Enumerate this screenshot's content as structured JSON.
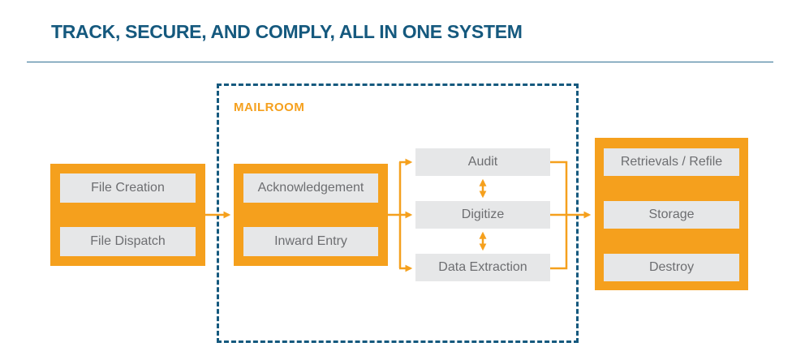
{
  "page": {
    "title": "TRACK, SECURE, AND COMPLY, ALL IN ONE SYSTEM"
  },
  "mailroom": {
    "label": "MAILROOM"
  },
  "stages": {
    "creation": {
      "items": [
        {
          "label": "File Creation"
        },
        {
          "label": "File Dispatch"
        }
      ]
    },
    "intake": {
      "items": [
        {
          "label": "Acknowledgement"
        },
        {
          "label": "Inward Entry"
        }
      ]
    },
    "processing": {
      "items": [
        {
          "label": "Audit"
        },
        {
          "label": "Digitize"
        },
        {
          "label": "Data Extraction"
        }
      ]
    },
    "records": {
      "items": [
        {
          "label": "Retrievals / Refile"
        },
        {
          "label": "Storage"
        },
        {
          "label": "Destroy"
        }
      ]
    }
  },
  "colors": {
    "accent_orange": "#F5A01D",
    "teal": "#15597E",
    "step_gray": "#E6E7E8",
    "arrow_dark_gray": "#57585A",
    "step_text_gray": "#6D6E71"
  }
}
